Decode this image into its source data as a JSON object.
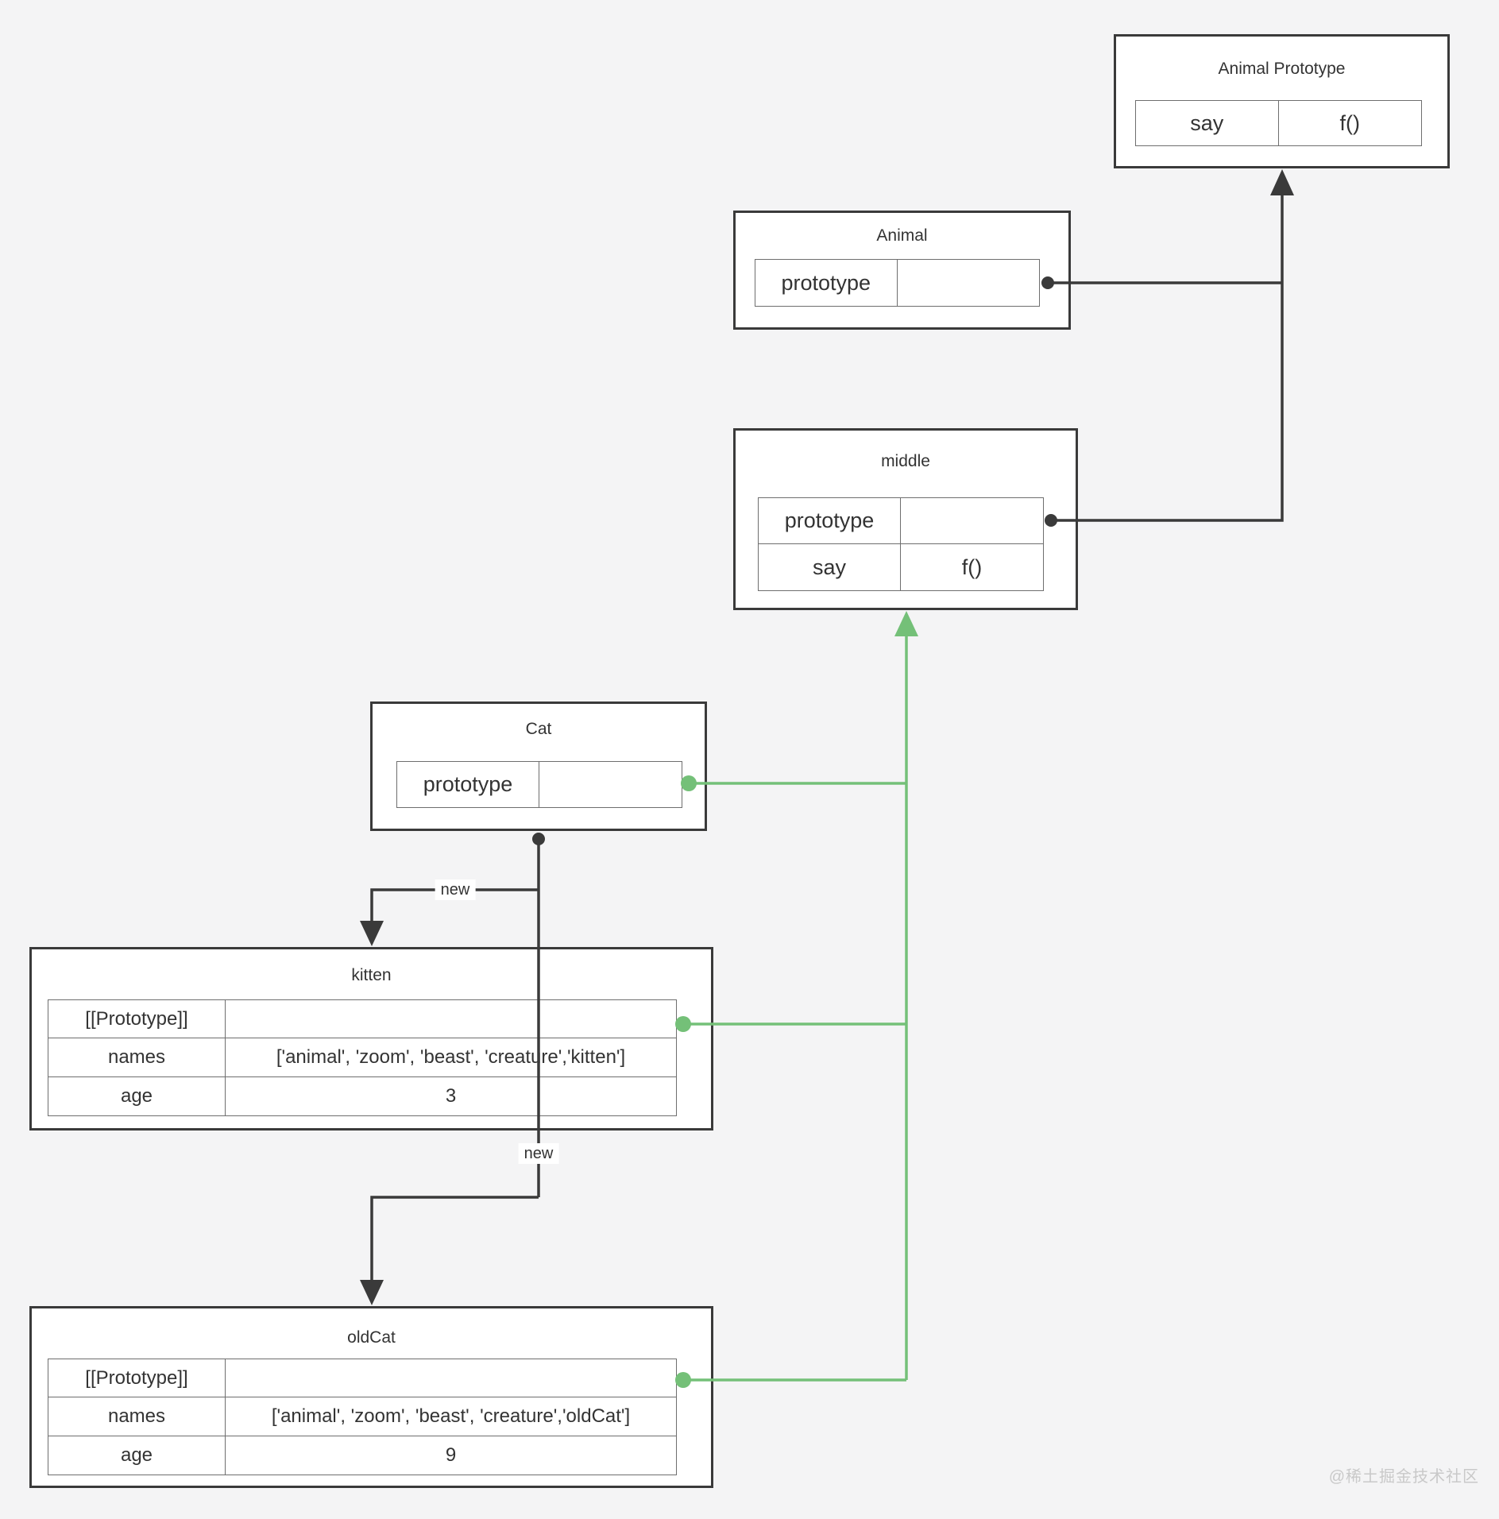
{
  "diagram": {
    "colors": {
      "background": "#f4f4f5",
      "box_fill": "#ffffff",
      "line_black": "#3a3a3a",
      "line_green": "#74c078",
      "inner_border": "#6e6e6e",
      "text": "#333333",
      "watermark": "#c9c9c9"
    },
    "boxes": {
      "animal_prototype": {
        "title": "Animal Prototype",
        "rows": [
          {
            "key": "say",
            "value": "f()"
          }
        ]
      },
      "animal": {
        "title": "Animal",
        "rows": [
          {
            "key": "prototype",
            "value": ""
          }
        ]
      },
      "middle": {
        "title": "middle",
        "rows": [
          {
            "key": "prototype",
            "value": ""
          },
          {
            "key": "say",
            "value": "f()"
          }
        ]
      },
      "cat": {
        "title": "Cat",
        "rows": [
          {
            "key": "prototype",
            "value": ""
          }
        ]
      },
      "kitten": {
        "title": "kitten",
        "rows": [
          {
            "key": "[[Prototype]]",
            "value": ""
          },
          {
            "key": "names",
            "value": "['animal', 'zoom', 'beast', 'creature','kitten']"
          },
          {
            "key": "age",
            "value": "3"
          }
        ]
      },
      "oldcat": {
        "title": "oldCat",
        "rows": [
          {
            "key": "[[Prototype]]",
            "value": ""
          },
          {
            "key": "names",
            "value": "['animal', 'zoom', 'beast', 'creature','oldCat']"
          },
          {
            "key": "age",
            "value": "9"
          }
        ]
      }
    },
    "labels": {
      "new_cat_to_kitten": "new",
      "new_kitten_to_oldcat": "new"
    },
    "watermark": "@稀土掘金技术社区"
  }
}
